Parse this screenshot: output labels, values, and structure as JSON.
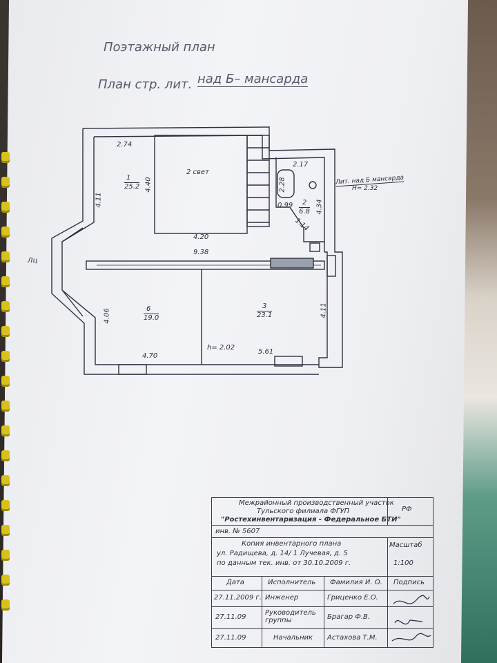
{
  "header": {
    "plan_title": "Поэтажный план",
    "plan_subtitle_prefix": "План стр. лит.",
    "plan_subtitle_value": "над Б– мансарда"
  },
  "plan": {
    "overall_width": "9.38",
    "side_label": "Лит. над Б мансарда",
    "side_height": "H= 2.32",
    "left_marker": "Лц",
    "rooms": [
      {
        "num": "1",
        "area": "25.2",
        "w": "2.74",
        "h": "4.11"
      },
      {
        "num": "2 свет",
        "w": "4.20",
        "h": "4.40"
      },
      {
        "num": "2",
        "area": "6.8",
        "w": "2.17",
        "h": "4.34",
        "dim_a": "2.28",
        "dim_b": "0.99",
        "dim_c": "1.14"
      },
      {
        "num": "3",
        "area": "23.1",
        "w": "5.61",
        "h": "4.11",
        "height": "h= 2.02"
      },
      {
        "num": "6",
        "area": "19.0",
        "w": "4.70",
        "h": "4.06"
      }
    ]
  },
  "stamp": {
    "org_line1": "Межрайонный производственный участок",
    "org_line2": "Тульского филиала ФГУП",
    "org_line3": "\"Ростехинвентаризация - Федеральное БТИ\"",
    "country": "РФ",
    "inventory": "инв. № 5607",
    "copy_line1": "Копия инвентарного плана",
    "copy_line2": "ул. Радищева, д. 14/ 1 Лучевая, д. 5",
    "copy_line3": "по данным тек. инв. от 30.10.2009 г.",
    "scale_label": "Масштаб",
    "scale_value": "1:100",
    "headers": [
      "Дата",
      "Исполнитель",
      "Фамилия И. О.",
      "Подпись"
    ],
    "rows": [
      {
        "date": "27.11.2009 г.",
        "role": "Инженер",
        "name": "Гриценко Е.О."
      },
      {
        "date": "27.11.09",
        "role": "Руководитель группы",
        "name": "Брагар Ф.В."
      },
      {
        "date": "27.11.09",
        "role": "Начальник",
        "name": "Астахова Т.М."
      }
    ]
  }
}
